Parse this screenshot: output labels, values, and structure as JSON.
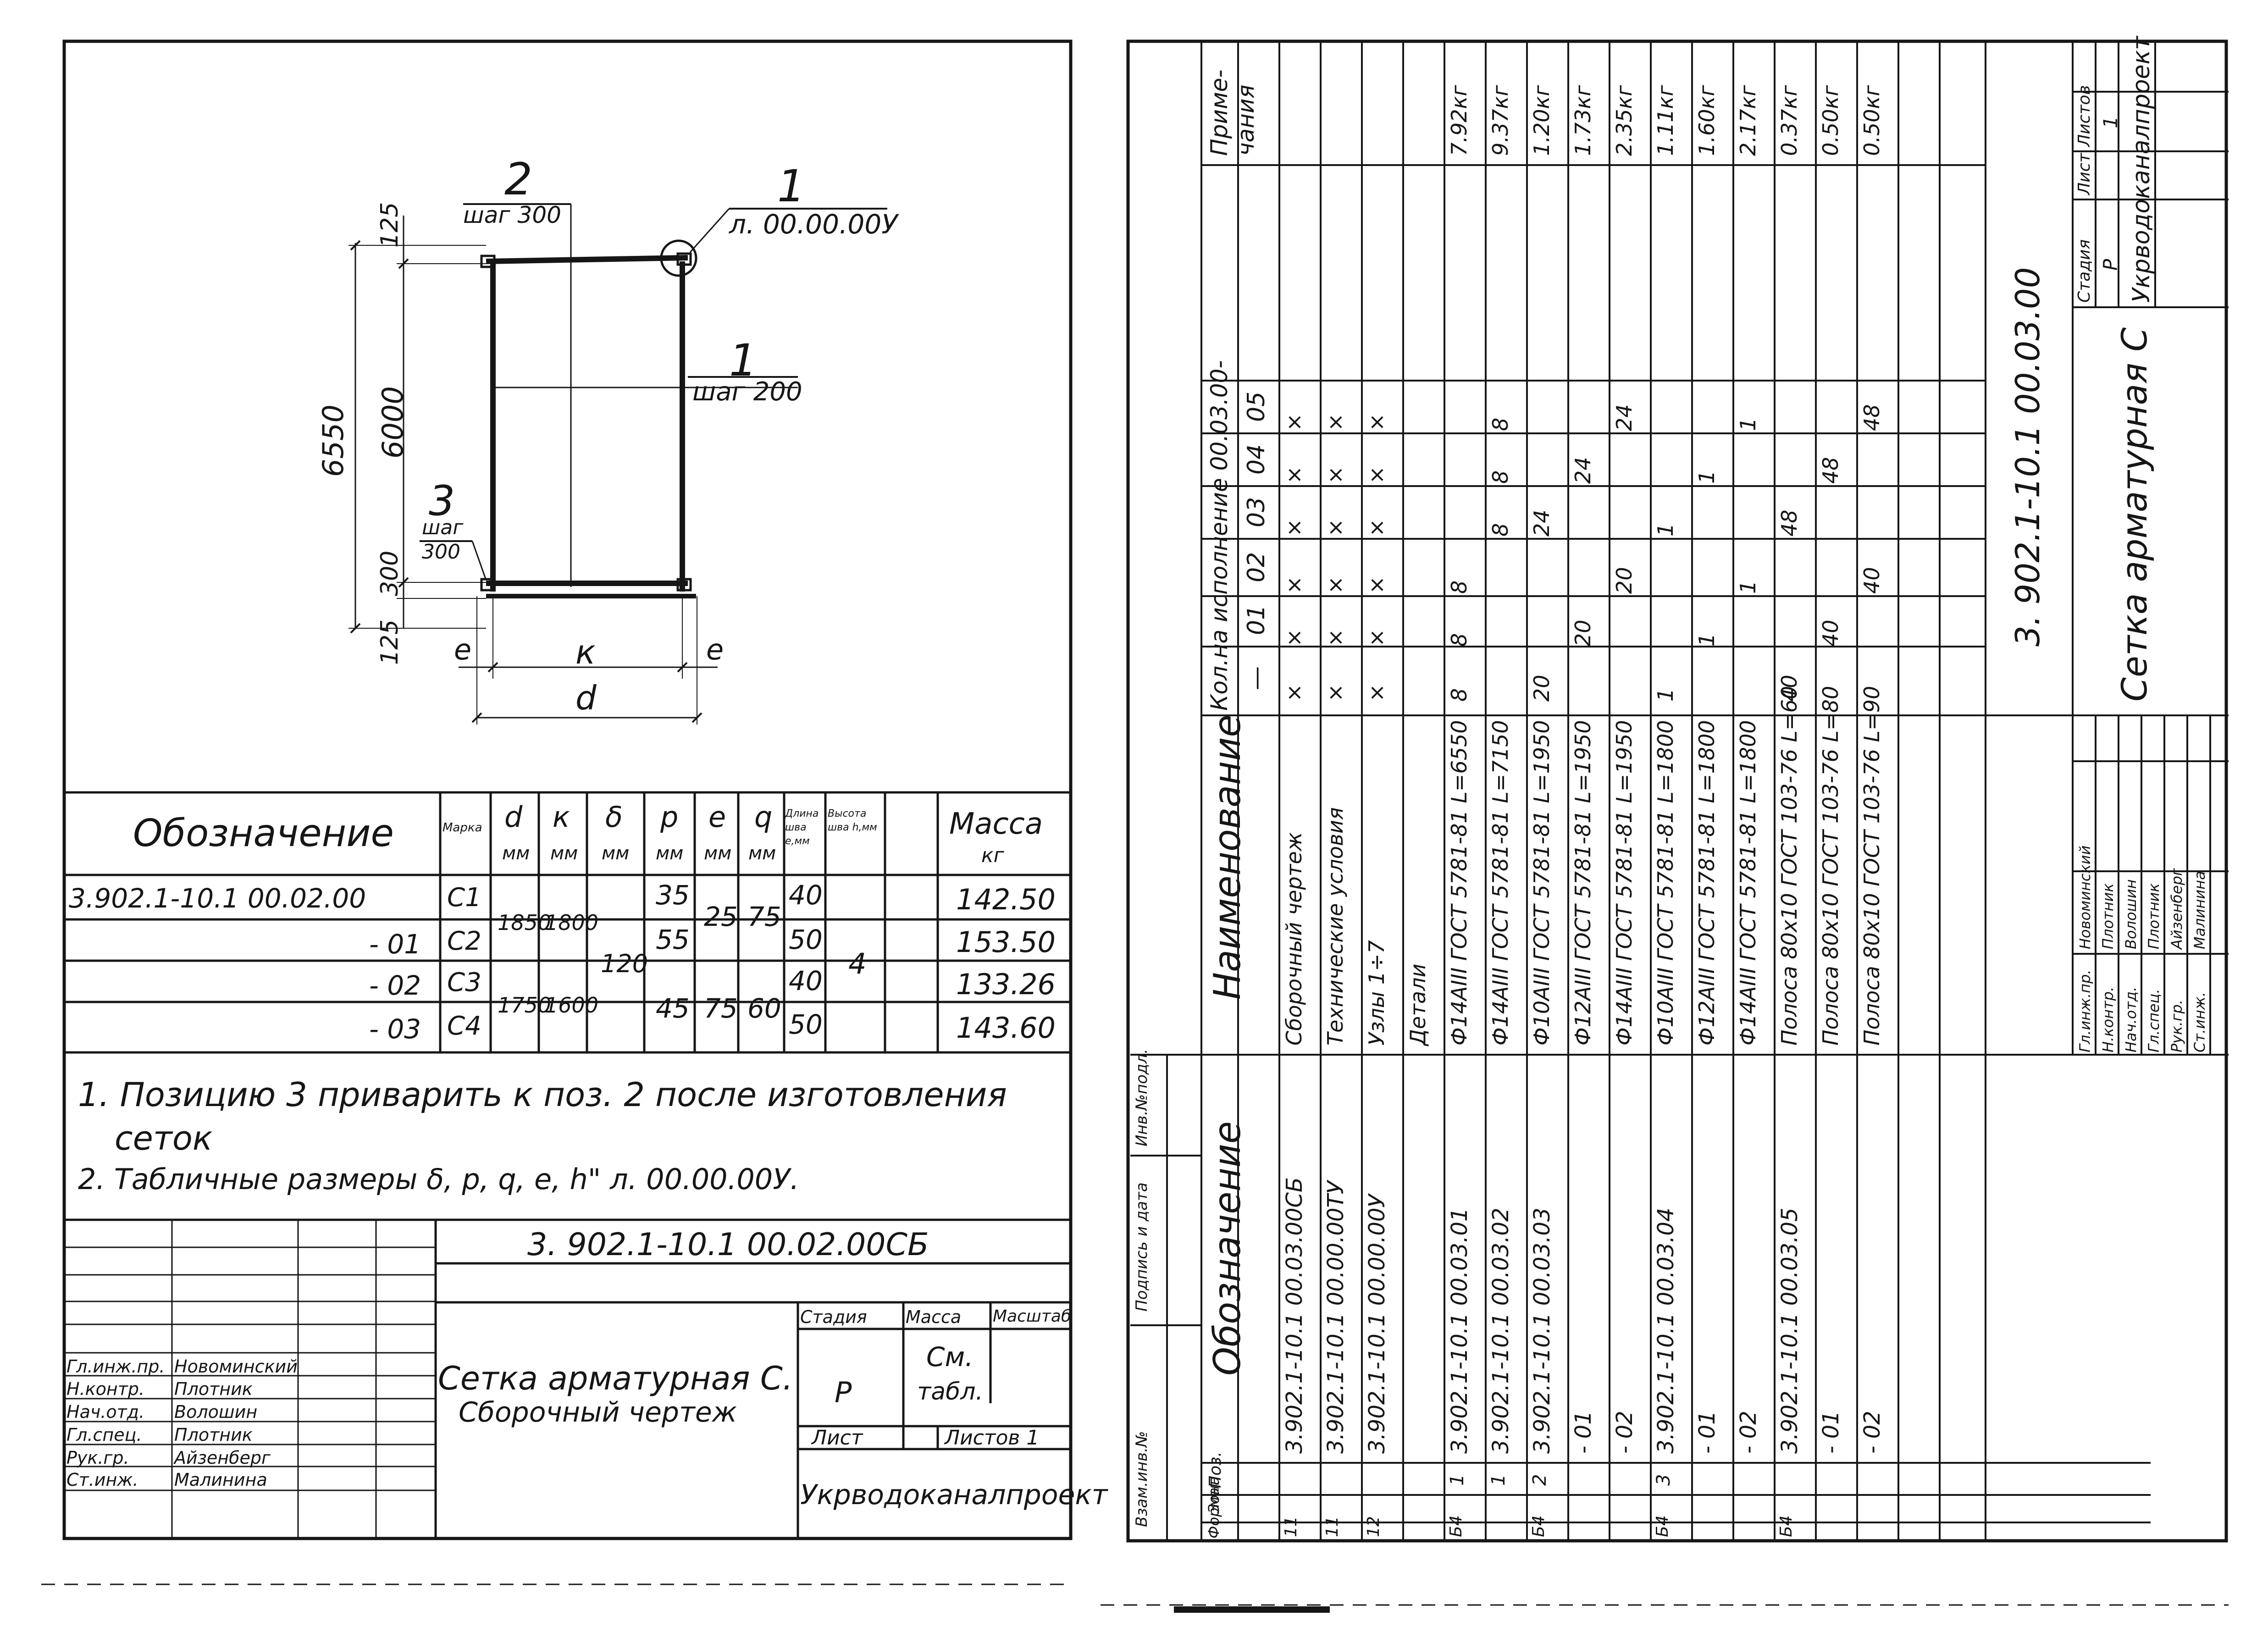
{
  "left_sheet": {
    "drawing": {
      "pos1_number": "1",
      "pos1_ref": "л. 00.00.00У",
      "pos1_number_b": "1",
      "pos1_step": "шаг 200",
      "pos2_number": "2",
      "pos2_step": "шаг 300",
      "pos3_number": "3",
      "pos3_step_a": "шаг",
      "pos3_step_b": "300",
      "dim_6550": "6550",
      "dim_6000": "6000",
      "dim_125_top": "125",
      "dim_300": "300",
      "dim_125_bottom": "125",
      "dim_e_left": "e",
      "dim_k": "к",
      "dim_e_right": "e",
      "dim_d": "d"
    },
    "table": {
      "headers": {
        "designation": "Обозначение",
        "mark": "Марка",
        "d": "d",
        "d_unit": "мм",
        "k": "к",
        "k_unit": "мм",
        "delta": "δ",
        "delta_unit": "мм",
        "p": "р",
        "p_unit": "мм",
        "e": "e",
        "e_unit": "мм",
        "q": "q",
        "q_unit": "мм",
        "weld_len": "Длина шва e,мм",
        "weld_h": "Высота шва h,мм",
        "mass": "Масса",
        "mass_unit": "кг"
      },
      "rows": [
        {
          "designation": "3.902.1-10.1 00.02.00",
          "mark": "С1",
          "p": "35",
          "weld": "40",
          "mass": "142.50"
        },
        {
          "designation": "- 01",
          "mark": "С2",
          "p": "55",
          "weld": "50",
          "mass": "153.50"
        },
        {
          "designation": "- 02",
          "mark": "С3",
          "p": "45",
          "weld": "40",
          "mass": "133.26"
        },
        {
          "designation": "- 03",
          "mark": "С4",
          "weld": "50",
          "mass": "143.60"
        }
      ],
      "merged": {
        "d_1_2": "1850",
        "k_1_2": "1800",
        "d_3_4": "1750",
        "k_3_4": "1600",
        "delta": "120",
        "e_1_2": "25",
        "q_1_2": "75",
        "e_3_4": "75",
        "q_3_4": "60",
        "h": "4"
      }
    },
    "notes": {
      "note1_a": "1. Позицию 3 приварить к поз. 2 после изготовления",
      "note1_b": "сеток",
      "note2": "2. Табличные размеры δ, р, q, e, h\" л. 00.00.00У."
    },
    "stamp": {
      "doc_code": "3. 902.1-10.1   00.02.00СБ",
      "title_1": "Сетка арматурная С.",
      "title_2": "Сборочный чертеж",
      "stage_h": "Стадия",
      "mass_h": "Масса",
      "scale_h": "Масштаб",
      "stage": "Р",
      "mass": "См.",
      "mass_2": "табл.",
      "sheet_h": "Лист",
      "sheets_h": "Листов 1",
      "org": "Укрводоканалпроект",
      "roles": [
        "Гл.инж.пр.",
        "Н.контр.",
        "Нач.отд.",
        "Гл.спец.",
        "Рук.гр.",
        "Ст.инж."
      ],
      "names": [
        "Новоминский",
        "Плотник",
        "Волошин",
        "Плотник",
        "Айзенберг",
        "Малинина"
      ]
    }
  },
  "right_sheet": {
    "side_labels": [
      "Инв.№подл.",
      "Подпись и дата",
      "Взам.инв.№"
    ],
    "headers": {
      "format": "Формат",
      "zone": "Зона",
      "pos": "Поз.",
      "designation": "Обозначение",
      "name": "Наименование",
      "qty_title": "Кол.на исполнение 00.03.00-",
      "variants": [
        "—",
        "01",
        "02",
        "03",
        "04",
        "05"
      ],
      "notes": "Приме-чания"
    },
    "rows": [
      {
        "format": "11",
        "designation": "3.902.1-10.1   00.03.00СБ",
        "name": "Сборочный чертеж",
        "qty": [
          "×",
          "×",
          "×",
          "×",
          "×",
          "×"
        ],
        "note": ""
      },
      {
        "format": "11",
        "designation": "3.902.1-10.1   00.00.00ТУ",
        "name": "Технические условия",
        "qty": [
          "×",
          "×",
          "×",
          "×",
          "×",
          "×"
        ],
        "note": ""
      },
      {
        "format": "12",
        "designation": "3.902.1-10.1   00.00.00У",
        "name": "Узлы 1÷7",
        "qty": [
          "×",
          "×",
          "×",
          "×",
          "×",
          "×"
        ],
        "note": ""
      },
      {
        "format": "",
        "designation": "",
        "name": "Детали",
        "qty": [
          "",
          "",
          "",
          "",
          "",
          ""
        ],
        "note": ""
      },
      {
        "format": "Б4",
        "pos": "1",
        "designation": "3.902.1-10.1   00.03.01",
        "name": "Ф14АIII ГОСТ 5781-81 L=6550",
        "qty": [
          "8",
          "8",
          "8",
          "",
          "",
          ""
        ],
        "note": "7.92кг"
      },
      {
        "format": "",
        "pos": "1",
        "designation": "3.902.1-10.1   00.03.02",
        "name": "Ф14АIII ГОСТ 5781-81 L=7150",
        "qty": [
          "",
          "",
          "",
          "8",
          "8",
          "8"
        ],
        "note": "9.37кг"
      },
      {
        "format": "Б4",
        "pos": "2",
        "designation": "3.902.1-10.1   00.03.03",
        "name": "Ф10АIII ГОСТ 5781-81 L=1950",
        "qty": [
          "20",
          "",
          "",
          "24",
          "",
          ""
        ],
        "note": "1.20кг"
      },
      {
        "format": "",
        "pos": "",
        "designation": "- 01",
        "name": "Ф12АIII ГОСТ 5781-81 L=1950",
        "qty": [
          "",
          "20",
          "",
          "",
          "24",
          ""
        ],
        "note": "1.73кг"
      },
      {
        "format": "",
        "pos": "",
        "designation": "- 02",
        "name": "Ф14АIII ГОСТ 5781-81 L=1950",
        "qty": [
          "",
          "",
          "20",
          "",
          "",
          "24"
        ],
        "note": "2.35кг"
      },
      {
        "format": "Б4",
        "pos": "3",
        "designation": "3.902.1-10.1   00.03.04",
        "name": "Ф10АIII ГОСТ 5781-81 L=1800",
        "qty": [
          "1",
          "",
          "",
          "1",
          "",
          ""
        ],
        "note": "1.11кг"
      },
      {
        "format": "",
        "pos": "",
        "designation": "- 01",
        "name": "Ф12АIII ГОСТ 5781-81 L=1800",
        "qty": [
          "",
          "1",
          "",
          "",
          "1",
          ""
        ],
        "note": "1.60кг"
      },
      {
        "format": "",
        "pos": "",
        "designation": "- 02",
        "name": "Ф14АIII ГОСТ 5781-81 L=1800",
        "qty": [
          "",
          "",
          "1",
          "",
          "",
          "1"
        ],
        "note": "2.17кг"
      },
      {
        "format": "Б4",
        "pos": "",
        "designation": "3.902.1-10.1   00.03.05",
        "name": "Полоса 80х10 ГОСТ 103-76 L=60",
        "qty": [
          "40",
          "",
          "",
          "48",
          "",
          ""
        ],
        "note": "0.37кг"
      },
      {
        "format": "",
        "pos": "",
        "designation": "- 01",
        "name": "Полоса 80х10 ГОСТ 103-76 L=80",
        "qty": [
          "",
          "40",
          "",
          "",
          "48",
          ""
        ],
        "note": "0.50кг"
      },
      {
        "format": "",
        "pos": "",
        "designation": "- 02",
        "name": "Полоса 80х10 ГОСТ 103-76 L=90",
        "qty": [
          "",
          "",
          "40",
          "",
          "",
          "48"
        ],
        "note": "0.50кг"
      }
    ],
    "stamp": {
      "doc_code": "3. 902.1-10.1   00.03.00",
      "title": "Сетка арматурная С",
      "stage_h": "Стадия",
      "sheet_h": "Лист",
      "sheets_h": "Листов",
      "stage": "Р",
      "sheets": "1",
      "org": "Укрводоканалпроект",
      "roles": [
        "Гл.инж.пр.",
        "Н.контр.",
        "Нач.отд.",
        "Гл.спец.",
        "Рук.гр.",
        "Ст.инж."
      ],
      "names": [
        "Новоминский",
        "Плотник",
        "Волошин",
        "Плотник",
        "Айзенберг",
        "Малинина"
      ]
    }
  }
}
